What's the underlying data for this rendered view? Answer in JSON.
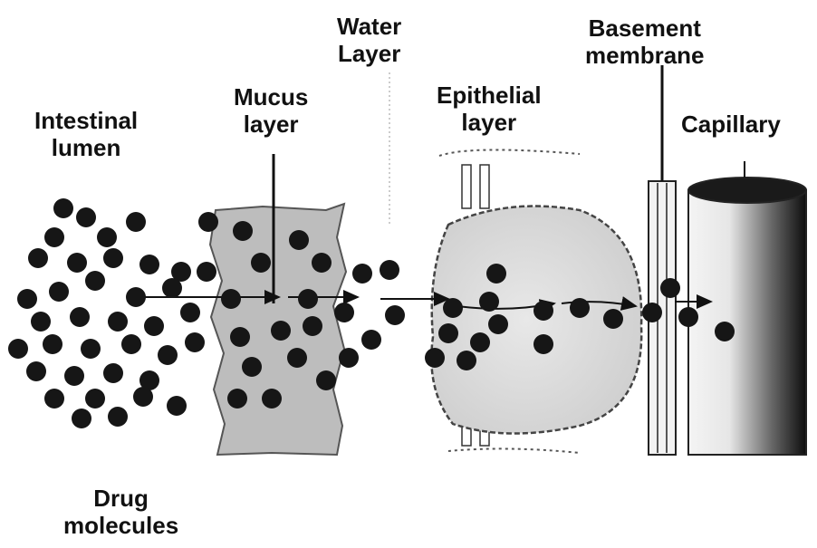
{
  "labels": {
    "intestinal_lumen": [
      "Intestinal",
      "lumen"
    ],
    "mucus_layer": [
      "Mucus",
      "layer"
    ],
    "water_layer": [
      "Water",
      "Layer"
    ],
    "epithelial_layer": [
      "Epithelial",
      "layer"
    ],
    "basement_membrane": [
      "Basement",
      "membrane"
    ],
    "capillary": [
      "Capillary"
    ],
    "drug_molecules": [
      "Drug",
      "molecules"
    ]
  },
  "colors": {
    "ink": "#111111",
    "mucus": "#b9b9b9",
    "cell": "#d8d8d8",
    "molecule": "#161616"
  }
}
